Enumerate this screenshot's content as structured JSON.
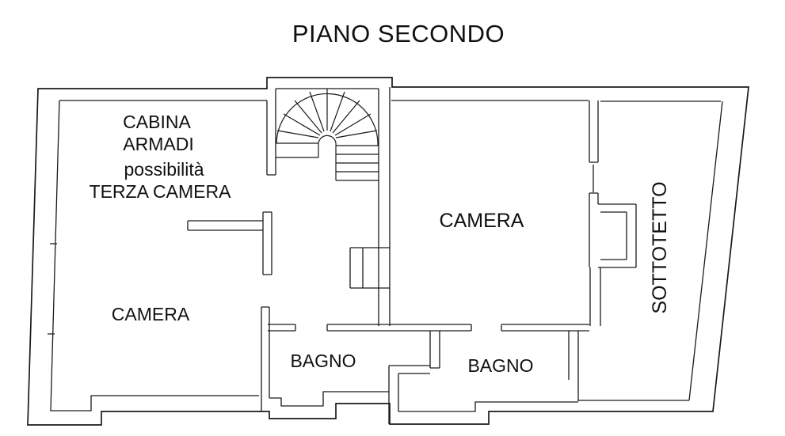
{
  "title": "PIANO SECONDO",
  "rooms": {
    "cabina_line1": "CABINA",
    "cabina_line2": "ARMADI",
    "possibilita_line1": "possibilità",
    "possibilita_line2": "TERZA CAMERA",
    "camera_left": "CAMERA",
    "camera_right": "CAMERA",
    "bagno_left": "BAGNO",
    "bagno_right": "BAGNO",
    "sottotetto": "SOTTOTETTO"
  },
  "colors": {
    "line": "#1a1a1a",
    "background": "#ffffff"
  }
}
